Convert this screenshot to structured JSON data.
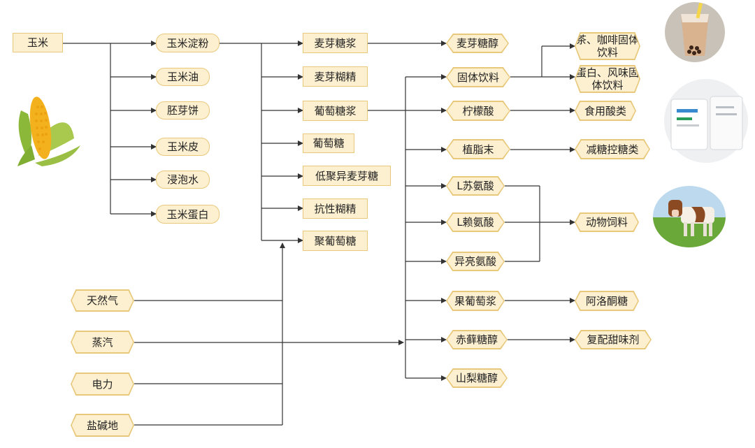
{
  "source": {
    "label": "玉米"
  },
  "level1": [
    {
      "key": "starch",
      "label": "玉米淀粉"
    },
    {
      "key": "oil",
      "label": "玉米油"
    },
    {
      "key": "germcake",
      "label": "胚芽饼"
    },
    {
      "key": "bran",
      "label": "玉米皮"
    },
    {
      "key": "steep",
      "label": "浸泡水"
    },
    {
      "key": "protein",
      "label": "玉米蛋白"
    }
  ],
  "level2": [
    {
      "key": "maltsyrup",
      "label": "麦芽糖浆"
    },
    {
      "key": "maltodextrin",
      "label": "麦芽糊精"
    },
    {
      "key": "glucosesyrup",
      "label": "葡萄糖浆"
    },
    {
      "key": "glucose",
      "label": "葡萄糖"
    },
    {
      "key": "imo",
      "label": "低聚异麦芽糖"
    },
    {
      "key": "resdextrin",
      "label": "抗性糊精"
    },
    {
      "key": "polydextrose",
      "label": "聚葡萄糖"
    }
  ],
  "level3": [
    {
      "key": "maltitol",
      "label": "麦芽糖醇"
    },
    {
      "key": "soliddrink",
      "label": "固体饮料"
    },
    {
      "key": "citric",
      "label": "柠檬酸"
    },
    {
      "key": "creamer",
      "label": "植脂末"
    },
    {
      "key": "threonine",
      "label": "L苏氨酸"
    },
    {
      "key": "lysine",
      "label": "L赖氨酸"
    },
    {
      "key": "isoleucine",
      "label": "异亮氨酸"
    },
    {
      "key": "hfcs",
      "label": "果葡萄浆"
    },
    {
      "key": "erythritol",
      "label": "赤藓糖醇"
    },
    {
      "key": "sorbitol",
      "label": "山梨糖醇"
    }
  ],
  "level4": [
    {
      "key": "teacoffee",
      "label": "茶、咖啡固体饮料"
    },
    {
      "key": "proteindrink",
      "label": "蛋白、风味固体饮料"
    },
    {
      "key": "foodacid",
      "label": "食用酸类"
    },
    {
      "key": "lowsugar",
      "label": "减糖控糖类"
    },
    {
      "key": "feed",
      "label": "动物饲料"
    },
    {
      "key": "allulose",
      "label": "阿洛酮糖"
    },
    {
      "key": "sweetener",
      "label": "复配甜味剂"
    }
  ],
  "inputs": [
    {
      "key": "gas",
      "label": "天然气"
    },
    {
      "key": "steam",
      "label": "蒸汽"
    },
    {
      "key": "power",
      "label": "电力"
    },
    {
      "key": "salineland",
      "label": "盐碱地"
    }
  ],
  "illustrations": {
    "corn": "corn-cob-photo",
    "milk_tea": "bubble-tea-photo",
    "bags": "product-bags-photo",
    "cow": "cow-photo"
  },
  "colors": {
    "node_fill": "#fdf0d0",
    "node_border": "#e8c87a",
    "line": "#333333"
  }
}
